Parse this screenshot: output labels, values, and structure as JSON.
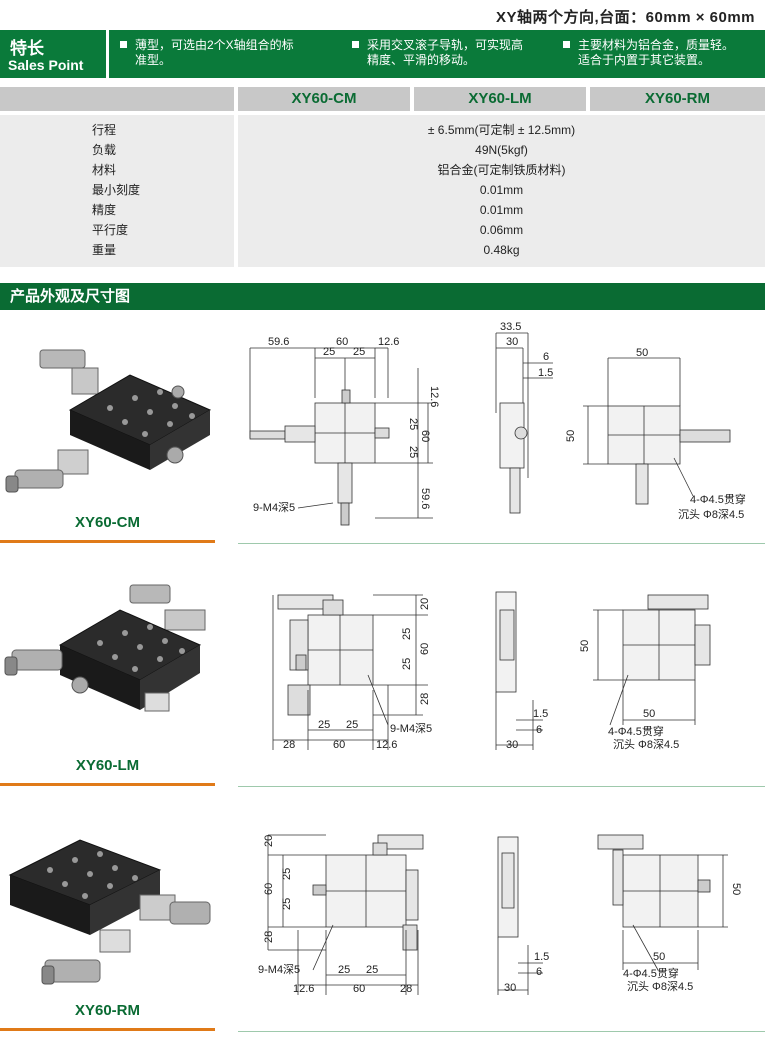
{
  "header": {
    "title": "XY轴两个方向,台面：60mm × 60mm"
  },
  "sales_point": {
    "label_cn": "特长",
    "label_en": "Sales Point",
    "items": [
      {
        "line1": "薄型，可选由2个X轴组合的标",
        "line2": "准型。"
      },
      {
        "line1": "采用交叉滚子导轨，可实现高",
        "line2": "精度、平滑的移动。"
      },
      {
        "line1": "主要材料为铝合金，质量轻。",
        "line2": "适合于内置于其它装置。"
      }
    ]
  },
  "spec_table": {
    "models": [
      "XY60-CM",
      "XY60-LM",
      "XY60-RM"
    ],
    "rows": [
      {
        "label": "行程",
        "value": "± 6.5mm(可定制 ± 12.5mm)"
      },
      {
        "label": "负载",
        "value": "49N(5kgf)"
      },
      {
        "label": "材料",
        "value": "铝合金(可定制铁质材料)"
      },
      {
        "label": "最小刻度",
        "value": "0.01mm"
      },
      {
        "label": "精度",
        "value": "0.01mm"
      },
      {
        "label": "平行度",
        "value": "0.06mm"
      },
      {
        "label": "重量",
        "value": "0.48kg"
      }
    ]
  },
  "section": {
    "title": "产品外观及尺寸图"
  },
  "products": [
    {
      "name": "XY60-CM",
      "dims": {
        "top_59_6": "59.6",
        "top_60": "60",
        "top_12_6": "12.6",
        "top_25a": "25",
        "top_25b": "25",
        "right_12_6": "12.6",
        "right_25a": "25",
        "right_25b": "25",
        "right_60": "60",
        "right_59_6": "59.6",
        "tap": "9-M4深5",
        "side_33_5": "33.5",
        "side_30": "30",
        "side_6": "6",
        "side_1_5": "1.5",
        "bot_50w": "50",
        "bot_50h": "50",
        "holes_a": "4-Φ4.5贯穿",
        "holes_b": "沉头 Φ8深4.5"
      }
    },
    {
      "name": "XY60-LM",
      "dims": {
        "r_20": "20",
        "r_25a": "25",
        "r_25b": "25",
        "r_60": "60",
        "r_28": "28",
        "b_25a": "25",
        "b_25b": "25",
        "b_28": "28",
        "b_60": "60",
        "b_12_6": "12.6",
        "tap": "9-M4深5",
        "side_1_5": "1.5",
        "side_6": "6",
        "side_30": "30",
        "bot_50h": "50",
        "bot_50w": "50",
        "holes_a": "4-Φ4.5贯穿",
        "holes_b": "沉头 Φ8深4.5"
      }
    },
    {
      "name": "XY60-RM",
      "dims": {
        "l_20": "20",
        "l_25a": "25",
        "l_25b": "25",
        "l_60": "60",
        "l_28": "28",
        "tap": "9-M4深5",
        "b_25a": "25",
        "b_25b": "25",
        "b_12_6": "12.6",
        "b_60": "60",
        "b_28": "28",
        "side_1_5": "1.5",
        "side_6": "6",
        "side_30": "30",
        "bot_50h": "50",
        "bot_50w": "50",
        "holes_a": "4-Φ4.5贯穿",
        "holes_b": "沉头 Φ8深4.5"
      }
    }
  ]
}
